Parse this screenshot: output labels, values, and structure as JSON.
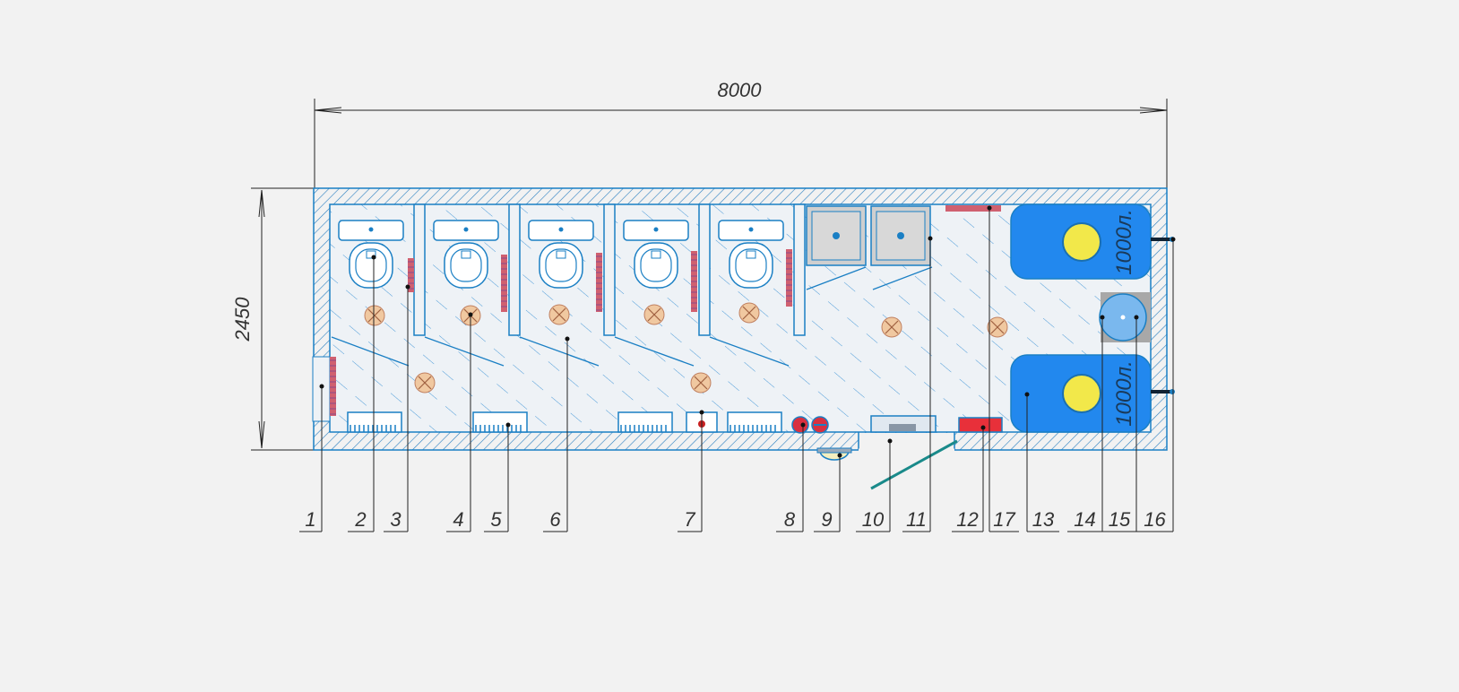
{
  "dimensions": {
    "width_label": "8000",
    "height_label": "2450"
  },
  "tanks": [
    {
      "label": "1000л."
    },
    {
      "label": "1000л."
    }
  ],
  "callouts": [
    "1",
    "2",
    "3",
    "4",
    "5",
    "6",
    "7",
    "8",
    "9",
    "10",
    "11",
    "12",
    "17",
    "13",
    "14",
    "15",
    "16"
  ],
  "colors": {
    "background": "#f2f2f2",
    "wall_line": "#1a7fc4",
    "hatch": "#3a8fd0",
    "tank_fill": "#2288ee",
    "tank_lid": "#f2e84a",
    "heater": "#d06070",
    "lamp": "#f0c8a0",
    "red_panel": "#e8303a",
    "dim_line": "#222222"
  }
}
